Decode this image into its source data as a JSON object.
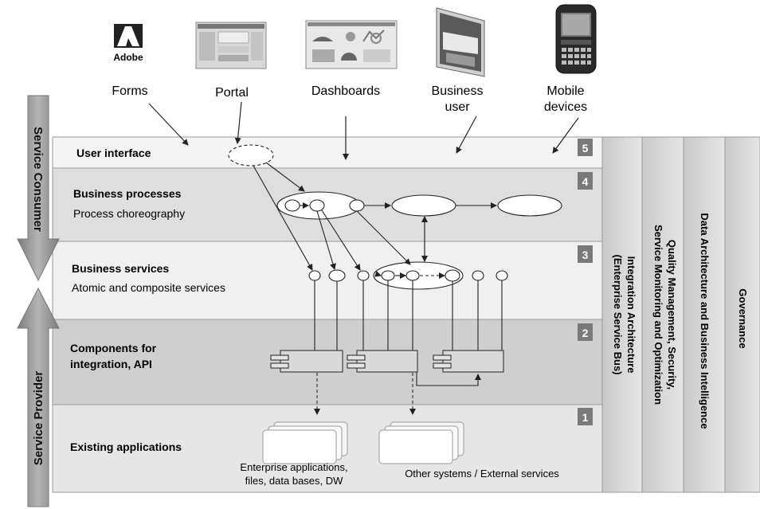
{
  "top_items": [
    {
      "id": "forms",
      "icon": "adobe-logo",
      "label_lines": [
        "Forms"
      ],
      "logo_text": "Adobe"
    },
    {
      "id": "portal",
      "icon": "portal-screenshot",
      "label_lines": [
        "Portal"
      ]
    },
    {
      "id": "dashboards",
      "icon": "dashboard-screenshot",
      "label_lines": [
        "Dashboards"
      ]
    },
    {
      "id": "business-user",
      "icon": "screen-icon",
      "label_lines": [
        "Business",
        "user"
      ]
    },
    {
      "id": "mobile-devices",
      "icon": "smartphone-icon",
      "label_lines": [
        "Mobile",
        "devices"
      ]
    }
  ],
  "layers": [
    {
      "number": "5",
      "title": "User interface",
      "subtitle": "",
      "color": "#f4f4f4"
    },
    {
      "number": "4",
      "title": "Business processes",
      "subtitle": "Process choreography",
      "color": "#dedede"
    },
    {
      "number": "3",
      "title": "Business services",
      "subtitle": "Atomic and composite services",
      "color": "#f0f0f0"
    },
    {
      "number": "2",
      "title": "Components for",
      "subtitle": "integration, API",
      "color": "#cfcfcf"
    },
    {
      "number": "1",
      "title": "Existing applications",
      "subtitle": "",
      "color": "#e6e6e6"
    }
  ],
  "left_arrows": {
    "consumer": "Service Consumer",
    "provider": "Service Provider"
  },
  "columns": [
    {
      "lines": [
        "Integration Architecture",
        "(Enterprise Service Bus)"
      ]
    },
    {
      "lines": [
        "Quality Management, Security,",
        "Service Monitoring and Optimization"
      ]
    },
    {
      "lines": [
        "Data Architecture and Business Intelligence"
      ]
    },
    {
      "lines": [
        "Governance"
      ]
    }
  ],
  "bottom_captions": {
    "enterprise": [
      "Enterprise applications,",
      "files, data bases, DW"
    ],
    "external": [
      "Other systems / External services"
    ]
  },
  "colors": {
    "arrow": "#9a9a9a",
    "badge": "#7a7a7a",
    "column": "#d4d4d4",
    "line": "#222222"
  }
}
